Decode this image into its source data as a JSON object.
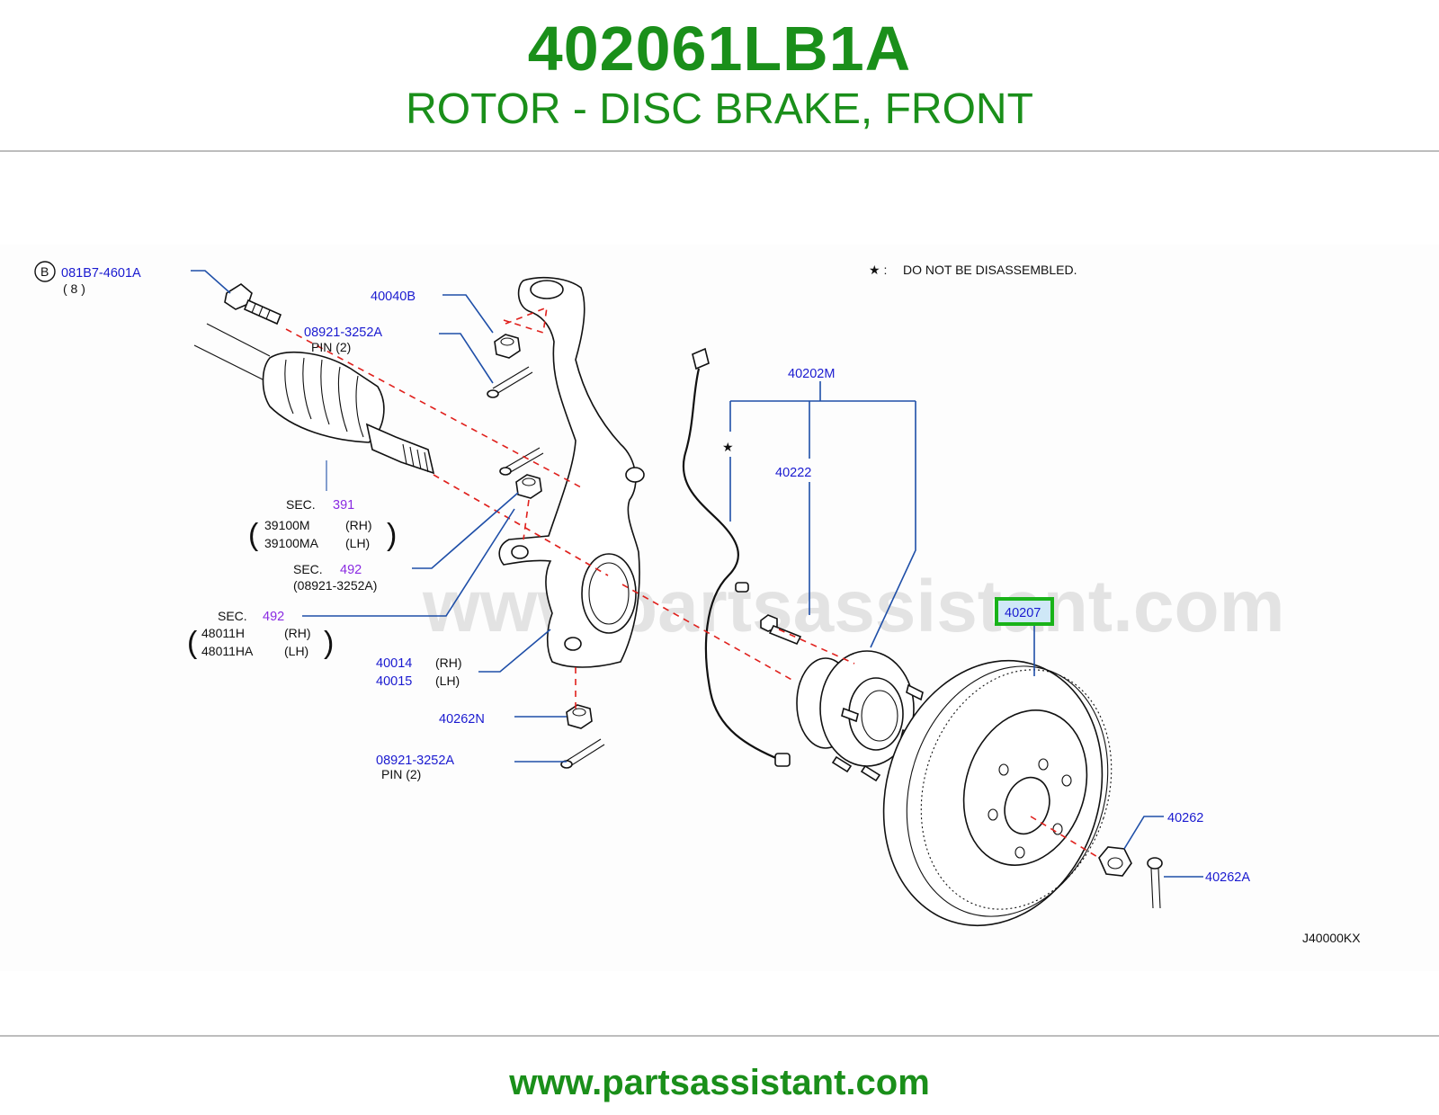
{
  "header": {
    "part_number": "402061LB1A",
    "part_name": "ROTOR - DISC BRAKE, FRONT"
  },
  "diagram": {
    "note_star": "★ :",
    "note_text": "DO   NOT   BE   DISASSEMBLED.",
    "star": "★",
    "watermark": "www.partsassistant.com",
    "figure_code": "J40000KX",
    "highlight_color": "#19b319",
    "callouts": {
      "bolt_b_symbol": "B",
      "bolt_b": "081B7-4601A",
      "bolt_b_qty": "(   8   )",
      "nut_40040b": "40040B",
      "pin_top": "08921-3252A",
      "pin_top_sub": "PIN     (2)",
      "sec391_label": "SEC.",
      "sec391_num": "391",
      "shaft_rh": "39100M",
      "shaft_rh_side": "(RH)",
      "shaft_lh": "39100MA",
      "shaft_lh_side": "(LH)",
      "sec492a_label": "SEC.",
      "sec492a_num": "492",
      "sec492a_sub": "(08921-3252A)",
      "sec492b_label": "SEC.",
      "sec492b_num": "492",
      "tie_rh": "48011H",
      "tie_rh_side": "(RH)",
      "tie_lh": "48011HA",
      "tie_lh_side": "(LH)",
      "knuckle_rh": "40014",
      "knuckle_rh_side": "(RH)",
      "knuckle_lh": "40015",
      "knuckle_lh_side": "(LH)",
      "nut_40262n": "40262N",
      "pin_bottom": "08921-3252A",
      "pin_bottom_sub": "PIN     (2)",
      "hub_assy": "40202M",
      "sensor": "40222",
      "rotor": "40207",
      "hub_nut": "40262",
      "hub_pin": "40262A"
    }
  },
  "footer": {
    "url": "www.partsassistant.com"
  }
}
